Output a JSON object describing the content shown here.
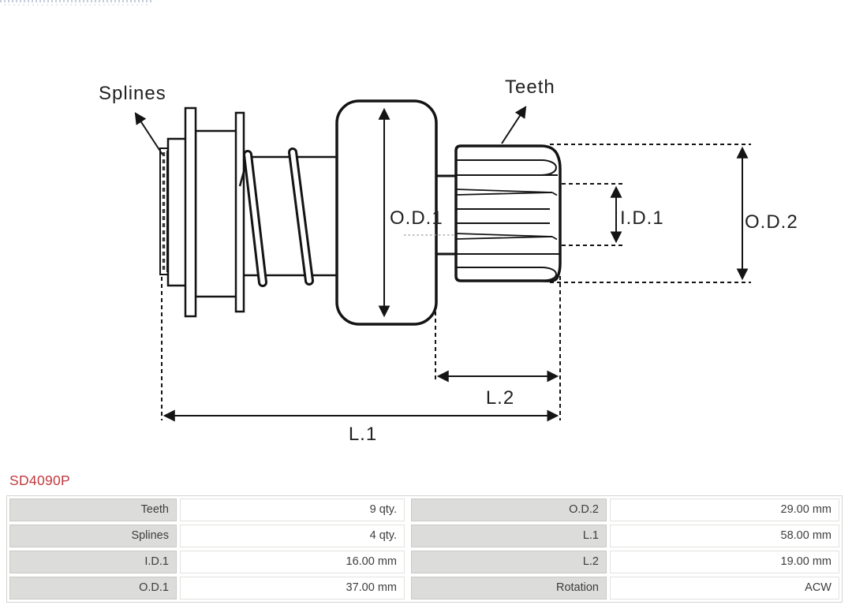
{
  "part": {
    "number": "SD4090P",
    "accent_color": "#c23a3e"
  },
  "diagram": {
    "labels": {
      "splines": "Splines",
      "teeth": "Teeth",
      "od1": "O.D.1",
      "id1": "I.D.1",
      "od2": "O.D.2",
      "l1": "L.1",
      "l2": "L.2"
    }
  },
  "table": {
    "rows": [
      {
        "label1": "Teeth",
        "value1": "9 qty.",
        "label2": "O.D.2",
        "value2": "29.00 mm"
      },
      {
        "label1": "Splines",
        "value1": "4 qty.",
        "label2": "L.1",
        "value2": "58.00 mm"
      },
      {
        "label1": "I.D.1",
        "value1": "16.00 mm",
        "label2": "L.2",
        "value2": "19.00 mm"
      },
      {
        "label1": "O.D.1",
        "value1": "37.00 mm",
        "label2": "Rotation",
        "value2": "ACW"
      }
    ]
  }
}
